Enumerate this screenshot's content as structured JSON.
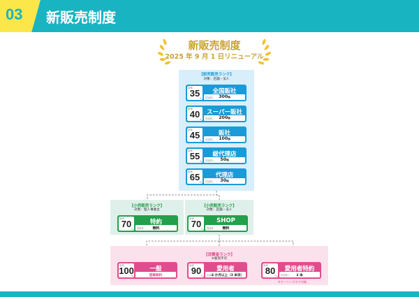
{
  "header": {
    "number": "03",
    "title": "新販売制度"
  },
  "title": {
    "main": "新販売制度",
    "sub": "2025 年 9 月 1 日リニューアル"
  },
  "wholesale": {
    "label": "【卸売販売ランク】",
    "target": "対象：店舗・法人",
    "cards": [
      {
        "rank": "35",
        "name": "全国販社",
        "qty": "300",
        "qty_unit": "個"
      },
      {
        "rank": "40",
        "name": "スーパー販社",
        "qty": "200",
        "qty_unit": "個"
      },
      {
        "rank": "45",
        "name": "販社",
        "qty": "100",
        "qty_unit": "個"
      },
      {
        "rank": "55",
        "name": "総代理店",
        "qty": "50",
        "qty_unit": "個"
      },
      {
        "rank": "65",
        "name": "代理店",
        "qty": "30",
        "qty_unit": "個"
      }
    ]
  },
  "retail": [
    {
      "label": "【小売販売ランク】",
      "target": "対象：個人事業主",
      "rank": "70",
      "name": "特約",
      "foot": "無料"
    },
    {
      "label": "【小売販売ランク】",
      "target": "対象：店舗・法人",
      "rank": "70",
      "name": "SHOP",
      "foot": "無料"
    }
  ],
  "consumer": {
    "label": "【消費者ランク】",
    "note": "※販売不可",
    "cards": [
      {
        "rank": "100",
        "name": "一般",
        "foot": "登録無料"
      },
      {
        "rank": "90",
        "name": "愛用者",
        "foot": "2 か月以上（3 本目）"
      },
      {
        "rank": "80",
        "name": "愛用者特約",
        "foot": "3 本"
      }
    ],
    "footnote": "※クーリングオフ対象"
  },
  "colors": {
    "teal": "#19b4c2",
    "yellow": "#fbe74a",
    "gold": "#c9a430",
    "blue": "#1a9bd7",
    "green": "#22a04b",
    "pink": "#e04d8e"
  }
}
